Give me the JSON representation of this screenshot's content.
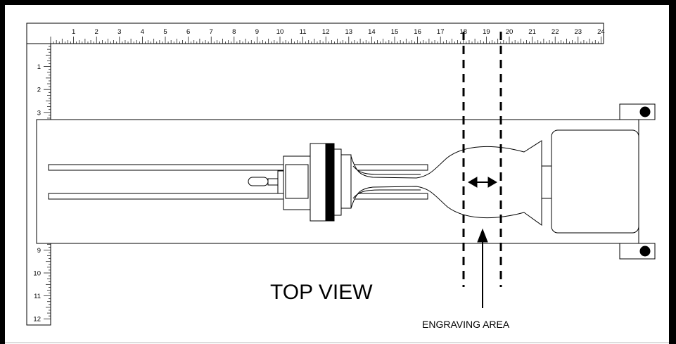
{
  "diagram": {
    "view_label": "TOP VIEW",
    "callout_label": "ENGRAVING AREA",
    "ruler_horizontal": {
      "labels": [
        "1",
        "2",
        "3",
        "4",
        "5",
        "6",
        "7",
        "8",
        "9",
        "10",
        "11",
        "12",
        "13",
        "14",
        "15",
        "16",
        "17",
        "18",
        "19",
        "20",
        "21",
        "22",
        "23",
        "24"
      ]
    },
    "ruler_vertical": {
      "labels": [
        "1",
        "2",
        "3",
        "",
        "",
        "",
        "",
        "",
        "9",
        "10",
        "11",
        "12"
      ]
    },
    "icons": {
      "width_arrow": "double-arrow-icon",
      "pointer_arrow": "arrow-up-icon",
      "mount_holes": "dot-icon"
    },
    "colors": {
      "ink": "#000000",
      "paper": "#ffffff"
    }
  }
}
